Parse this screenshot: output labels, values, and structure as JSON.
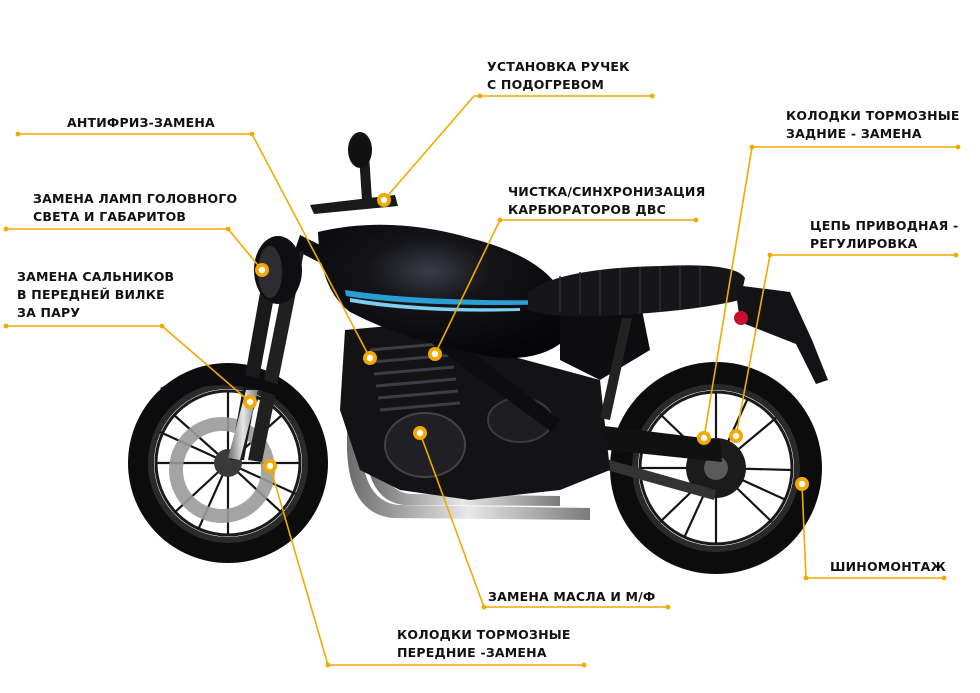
{
  "colors": {
    "accent": "#F2A900",
    "bike_body": "#0b0b0e",
    "stripe": "#2a9fd6",
    "text": "#111111"
  },
  "callouts": [
    {
      "id": "heated-grips",
      "lines": [
        "УСТАНОВКА РУЧЕК",
        "С ПОДОГРЕВОМ"
      ]
    },
    {
      "id": "antifreeze",
      "lines": [
        "АНТИФРИЗ-ЗАМЕНА"
      ]
    },
    {
      "id": "headlight-lamps",
      "lines": [
        "ЗАМЕНА ЛАМП ГОЛОВНОГО",
        "СВЕТА И ГАБАРИТОВ"
      ]
    },
    {
      "id": "fork-seals",
      "lines": [
        "ЗАМЕНА САЛЬНИКОВ",
        "В ПЕРЕДНЕЙ ВИЛКЕ",
        "ЗА ПАРУ"
      ]
    },
    {
      "id": "carburetors",
      "lines": [
        "ЧИСТКА/СИНХРОНИЗАЦИЯ",
        "КАРБЮРАТОРОВ ДВС"
      ]
    },
    {
      "id": "rear-brake-pads",
      "lines": [
        "КОЛОДКИ ТОРМОЗНЫЕ",
        "ЗАДНИЕ - ЗАМЕНА"
      ]
    },
    {
      "id": "drive-chain",
      "lines": [
        "ЦЕПЬ ПРИВОДНАЯ -",
        "РЕГУЛИРОВКА"
      ]
    },
    {
      "id": "tire-service",
      "lines": [
        "ШИНОМОНТАЖ"
      ]
    },
    {
      "id": "oil-change",
      "lines": [
        "ЗАМЕНА МАСЛА И М/Ф"
      ]
    },
    {
      "id": "front-brake-pads",
      "lines": [
        "КОЛОДКИ ТОРМОЗНЫЕ",
        "ПЕРЕДНИЕ -ЗАМЕНА"
      ]
    }
  ]
}
